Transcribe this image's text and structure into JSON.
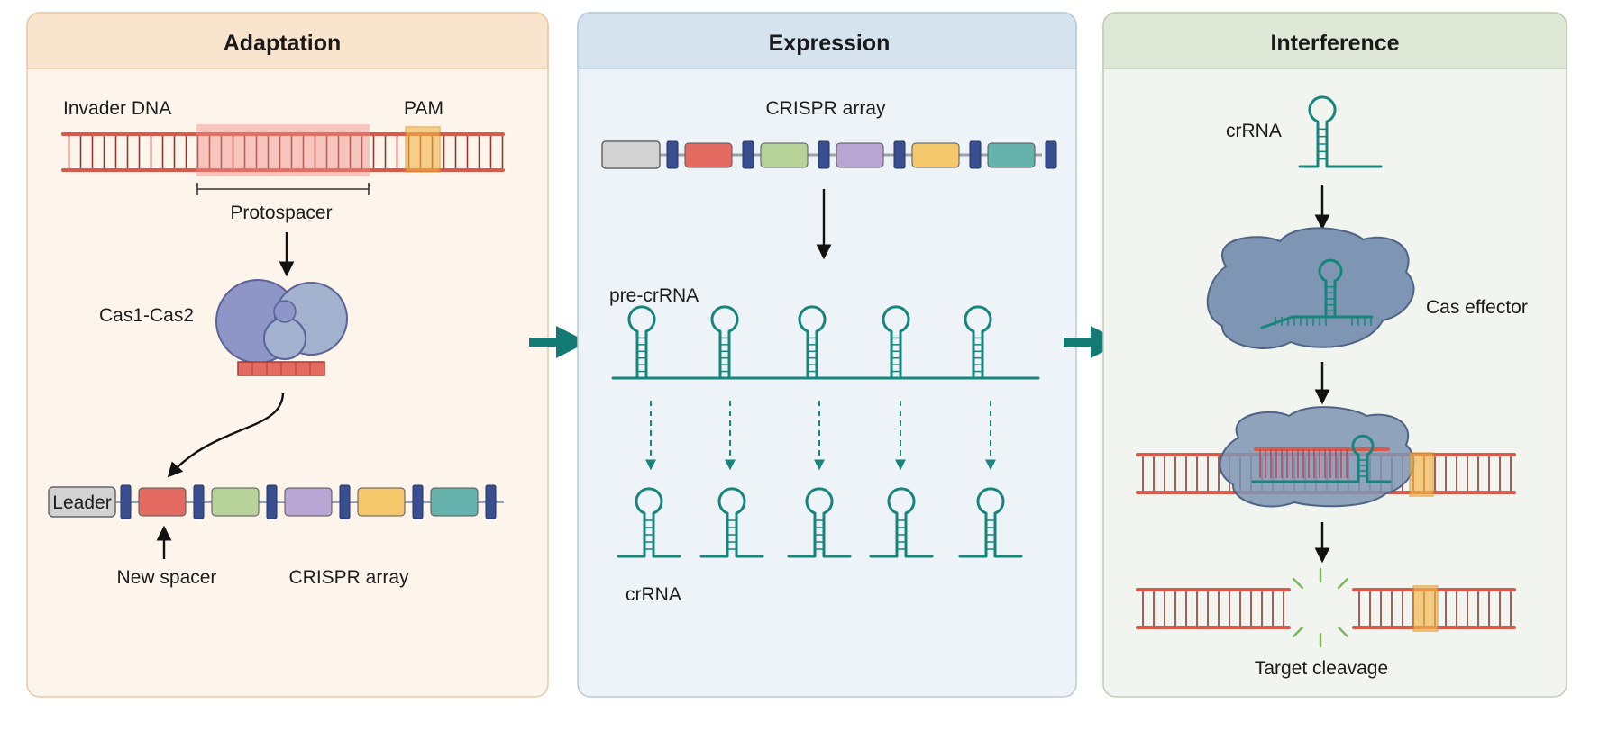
{
  "panels": {
    "adaptation": {
      "title": "Adaptation",
      "invader_dna_label": "Invader DNA",
      "pam_label": "PAM",
      "protospacer_label": "Protospacer",
      "complex_label": "Cas1-Cas2",
      "leader_label": "Leader",
      "new_spacer_label": "New spacer",
      "array_label": "CRISPR array",
      "background": "#fdf5ec",
      "header_color": "#f9e4cd"
    },
    "expression": {
      "title": "Expression",
      "array_label": "CRISPR array",
      "pre_crrna_label": "pre-crRNA",
      "crrna_label": "crRNA",
      "background": "#eef3f8",
      "header_color": "#d5e3ef"
    },
    "interference": {
      "title": "Interference",
      "crrna_label": "crRNA",
      "effector_label": "Cas effector",
      "cleavage_label": "Target cleavage",
      "background": "#f2f5ef",
      "header_color": "#dfe8d7"
    }
  },
  "colors": {
    "dna": "#d9594a",
    "rna": "#17857c",
    "repeat": "#3a4f8f",
    "pam": "#f2b546",
    "protein": "#8d96c7",
    "effector": "#7e95b3",
    "stage_arrow": "#137a74",
    "spacers": [
      "#e46b62",
      "#b8d39a",
      "#b8a5d3",
      "#f6c86c",
      "#66b3ad"
    ]
  }
}
